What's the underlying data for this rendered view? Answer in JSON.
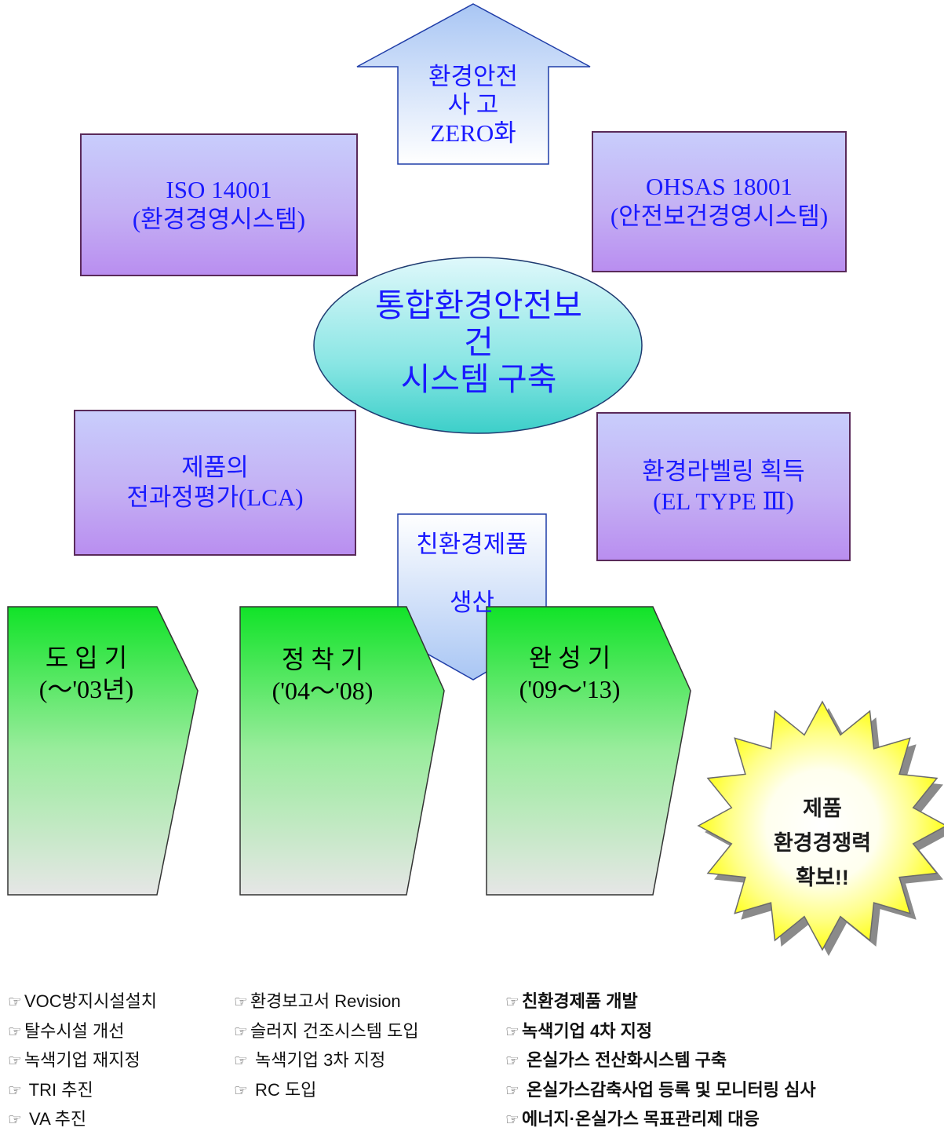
{
  "top_arrow": {
    "lines": [
      "환경안전",
      "사 고",
      "ZERO화"
    ]
  },
  "boxes": {
    "iso": {
      "lines": [
        "ISO 14001",
        "(환경경영시스템)"
      ]
    },
    "ohsas": {
      "lines": [
        "OHSAS 18001",
        "(안전보건경영시스템)"
      ]
    },
    "lca": {
      "lines": [
        "제품의",
        "전과정평가(LCA)"
      ]
    },
    "label": {
      "lines": [
        "환경라벨링 획득",
        "(EL TYPE Ⅲ)"
      ]
    }
  },
  "center": {
    "lines": [
      "통합환경안전보",
      "건",
      "시스템 구축"
    ]
  },
  "bottom_arrow": {
    "lines": [
      "친환경제품",
      "생산"
    ]
  },
  "stages": [
    {
      "name": "도 입 기",
      "period": "(～'03년)"
    },
    {
      "name": "정 착 기",
      "period": "('04～'08)"
    },
    {
      "name": "완 성 기",
      "period": "('09～'13)"
    }
  ],
  "goal": {
    "lines": [
      "제품",
      "환경경쟁력",
      "확보!!"
    ]
  },
  "bullet_symbol": "☞",
  "activities": {
    "col1": [
      "VOC방지시설설치",
      "탈수시설 개선",
      "녹색기업 재지정",
      " TRI 추진",
      " VA 추진"
    ],
    "col2": [
      "환경보고서 Revision",
      "슬러지 건조시스템 도입",
      " 녹색기업 3차 지정",
      " RC 도입"
    ],
    "col3": [
      "친환경제품 개발",
      "녹색기업 4차 지정",
      " 온실가스 전산화시스템 구축",
      " 온실가스감축사업 등록 및 모니터링 심사",
      "에너지·온실가스 목표관리제 대응"
    ]
  },
  "colors": {
    "text_blue": "#1a1aff",
    "box_purple": "#c4b0f4",
    "ellipse_teal": "#4fd6d0",
    "stage_green": "#22e633",
    "star_yellow": "#ffff33"
  }
}
